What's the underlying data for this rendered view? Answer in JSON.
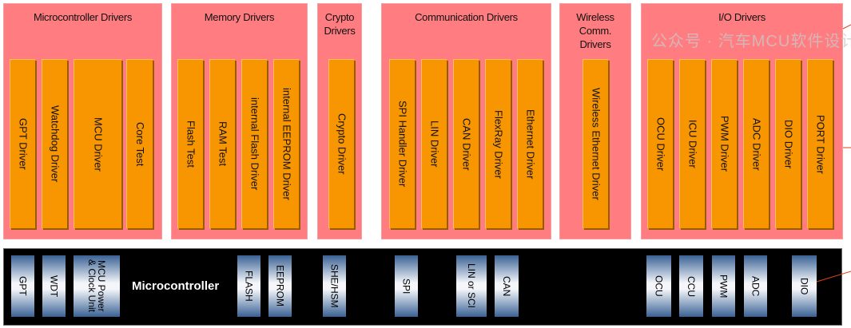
{
  "groups": [
    {
      "title": "Microcontroller Drivers",
      "items": [
        "GPT Driver",
        "Watchdog Driver",
        "MCU Driver",
        "Core Test"
      ]
    },
    {
      "title": "Memory Drivers",
      "items": [
        "Flash Test",
        "RAM Test",
        "internal Flash Driver",
        "internal EEPROM Driver"
      ]
    },
    {
      "title": "Crypto Drivers",
      "items": [
        "Crypto Driver"
      ]
    },
    {
      "title": "Communication Drivers",
      "items": [
        "SPI Handler Driver",
        "LIN Driver",
        "CAN Driver",
        "FlexRay Driver",
        "Ethernet Driver"
      ]
    },
    {
      "title": "Wireless Comm. Drivers",
      "items": [
        "Wireless Ethernet Driver"
      ]
    },
    {
      "title": "I/O Drivers",
      "items": [
        "OCU Driver",
        "ICU Driver",
        "PWM Driver",
        "ADC Driver",
        "DIO Driver",
        "PORT Driver"
      ]
    }
  ],
  "microcontroller": {
    "label": "Microcontroller",
    "hw": [
      "GPT",
      "WDT",
      "MCU Power & Clock Unit",
      "FLASH",
      "EEPROM",
      "SHE/HSM",
      "SPI",
      "LIN or SCI",
      "CAN",
      "OCU",
      "CCU",
      "PWM",
      "ADC",
      "DIO"
    ]
  },
  "watermark": "公众号 · 汽车MCU软件设计",
  "colors": {
    "group": "#ff7c80",
    "driver": "#f79600",
    "hw": "#3a6294",
    "mcu_bg": "#000000",
    "connector": "#e0401a"
  }
}
